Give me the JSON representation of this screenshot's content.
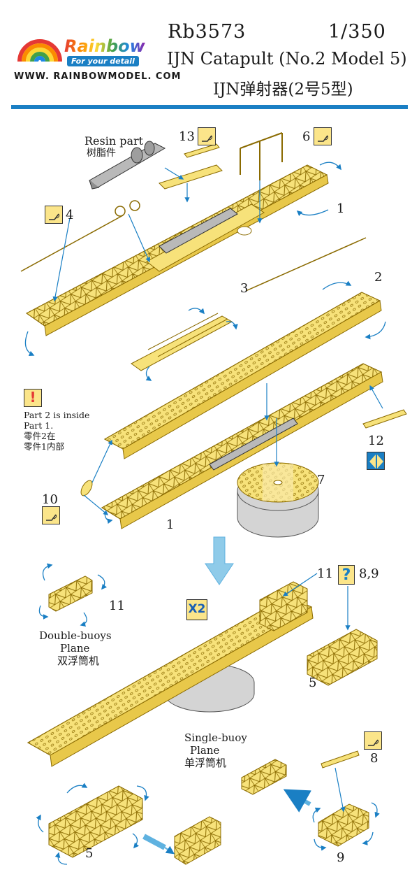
{
  "colors": {
    "accent_blue": "#1a7fc4",
    "part_yellow": "#f7e27a",
    "part_outline": "#8a6a00",
    "resin_grey": "#b9b9b9",
    "turntable_grey": "#d4d4d4",
    "arrow_blue": "#5fb2e0",
    "icon_bg": "#fbe58a"
  },
  "header": {
    "brand": "Rainbow",
    "tagline": "For your detail",
    "url": "WWW. RAINBOWMODEL. COM",
    "product_code": "Rb3573",
    "scale": "1/350",
    "title": "IJN Catapult (No.2 Model 5)",
    "title_cn": "IJN弹射器(2号5型)"
  },
  "labels": {
    "resin_part": "Resin part",
    "resin_part_cn": "树脂件",
    "note_line1": "Part 2 is inside",
    "note_line2": "Part 1.",
    "note_line3": "零件2在",
    "note_line4": "零件1内部",
    "double_buoys_1": "Double-buoys",
    "double_buoys_2": "Plane",
    "double_buoys_cn": "双浮筒机",
    "single_buoy_1": "Single-buoy",
    "single_buoy_2": "Plane",
    "single_buoy_cn": "单浮筒机",
    "x2": "X2",
    "question": "?",
    "exclam": "!"
  },
  "part_numbers": {
    "p13": "13",
    "p6": "6",
    "p1a": "1",
    "p4": "4",
    "p3": "3",
    "p2": "2",
    "p12": "12",
    "p7": "7",
    "p10": "10",
    "p1b": "1",
    "p11a": "11",
    "p11b": "11",
    "p89": "8,9",
    "p5a": "5",
    "p8": "8",
    "p5b": "5",
    "p9": "9"
  },
  "icons": [
    "bend-icon",
    "warning-icon",
    "flip-icon",
    "question-icon"
  ]
}
